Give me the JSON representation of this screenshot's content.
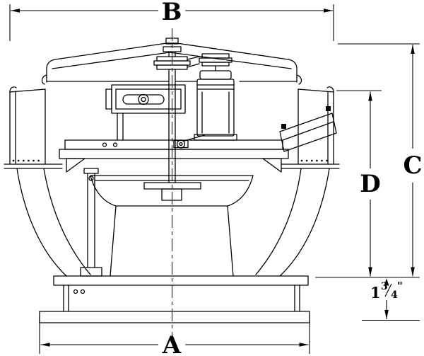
{
  "dimensions": {
    "width_top": {
      "label": "B"
    },
    "width_base": {
      "label": "A"
    },
    "height_overall": {
      "label": "C"
    },
    "height_windband": {
      "label": "D"
    },
    "base_flange_height": {
      "whole": "1",
      "numerator": "3",
      "denominator": "4",
      "unit": "\""
    }
  },
  "colors": {
    "line": "#000000",
    "background": "#ffffff"
  }
}
